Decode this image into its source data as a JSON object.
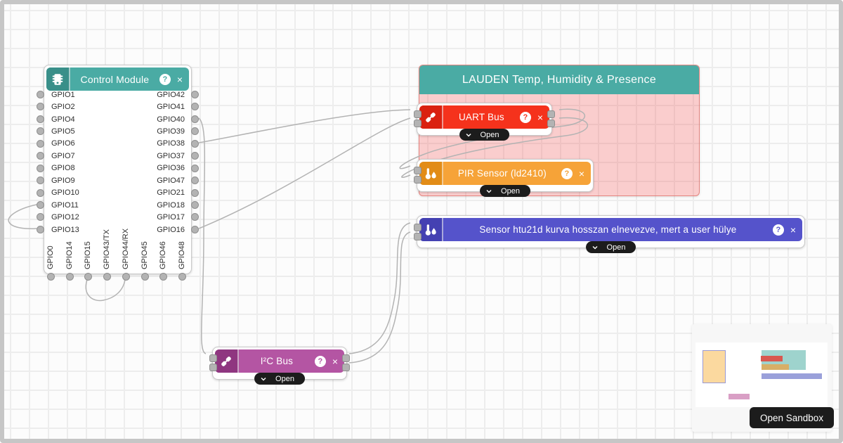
{
  "glyphs": {
    "help": "?",
    "close": "×"
  },
  "colors": {
    "teal_header": "#4aaba4",
    "teal_icon": "#398f89",
    "red_header": "#f5321c",
    "orange_header": "#f6a338",
    "indigo_header": "#5553cb",
    "purple_header": "#b455a3",
    "group_body_pink": "#f8caca",
    "wire_gray": "#b3b3b3",
    "pill_black": "#1c1c1c",
    "minimap": {
      "yellow": "#fbd99f",
      "teal": "#9ed3cd",
      "red": "#d9574f",
      "tan": "#d7af67",
      "periwinkle": "#9aa0da",
      "pink": "#d99fc5"
    }
  },
  "control_module": {
    "title": "Control Module",
    "left_pins": [
      "GPIO1",
      "GPIO2",
      "GPIO4",
      "GPIO5",
      "GPIO6",
      "GPIO7",
      "GPIO8",
      "GPIO9",
      "GPIO10",
      "GPIO11",
      "GPIO12",
      "GPIO13"
    ],
    "right_pins": [
      "GPIO42",
      "GPIO41",
      "GPIO40",
      "GPIO39",
      "GPIO38",
      "GPIO37",
      "GPIO36",
      "GPIO47",
      "GPIO21",
      "GPIO18",
      "GPIO17",
      "GPIO16"
    ],
    "bottom_pins": [
      "GPIO0",
      "GPIO14",
      "GPIO15",
      "GPIO43/TX",
      "GPIO44/RX",
      "GPIO45",
      "GPIO46",
      "GPIO48"
    ]
  },
  "group": {
    "title": "LAUDEN Temp, Humidity & Presence"
  },
  "nodes": {
    "uart": {
      "title": "UART Bus",
      "open": "Open"
    },
    "pir": {
      "title": "PIR Sensor (ld2410)",
      "open": "Open"
    },
    "htu": {
      "title": "Sensor htu21d kurva hosszan elnevezve, mert a user hülye",
      "open": "Open"
    },
    "i2c": {
      "title": "I²C Bus",
      "open": "Open"
    }
  },
  "sandbox": {
    "button": "Open Sandbox"
  }
}
